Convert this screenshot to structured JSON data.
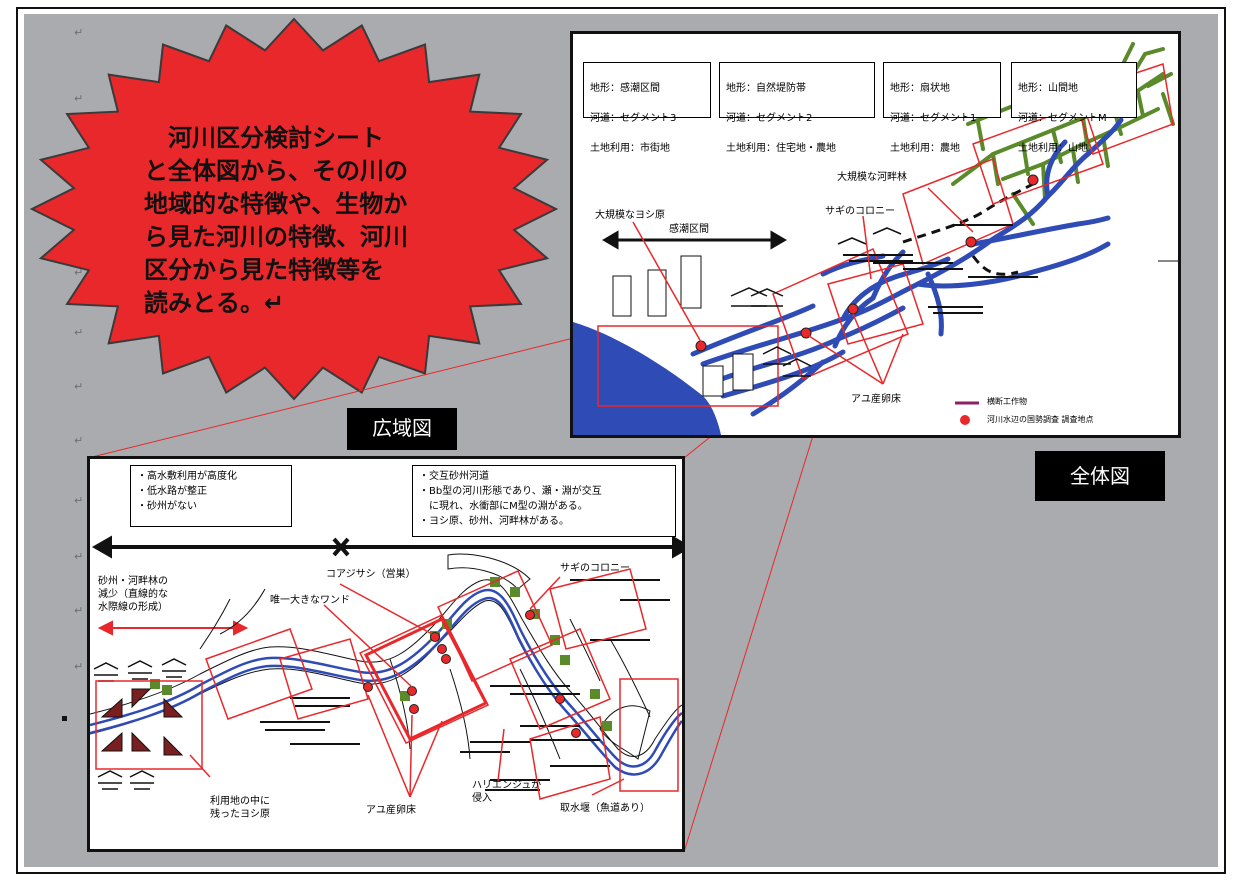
{
  "star_text": "　河川区分検討シート\nと全体図から、その川の\n地域的な特徴や、生物か\nら見た河川の特徴、河川\n区分から見た特徴等を\n読みとる。↵",
  "labels": {
    "wide_area": "広域図",
    "whole": "全体図",
    "return_mark": "↵"
  },
  "whole_map": {
    "segments": [
      {
        "terrain": "地形：感潮区間",
        "channel": "河道：セグメント3",
        "landuse": "土地利用：市街地"
      },
      {
        "terrain": "地形：自然堤防帯",
        "channel": "河道：セグメント2",
        "landuse": "土地利用：住宅地・農地"
      },
      {
        "terrain": "地形：扇状地",
        "channel": "河道：セグメント1",
        "landuse": "土地利用：農地"
      },
      {
        "terrain": "地形：山間地",
        "channel": "河道：セグメントM",
        "landuse": "土地利用：山地"
      }
    ],
    "annotations": {
      "reed": "大規模なヨシ原",
      "tidal": "感潮区間",
      "egret": "サギのコロニー",
      "riparian": "大規模な河畔林",
      "ayu": "アユ産卵床"
    },
    "legend": {
      "structure": "横断工作物",
      "survey": "河川水辺の国勢調査 調査地点"
    }
  },
  "wide_map": {
    "box_left": "・高水敷利用が高度化\n・低水路が整正\n・砂州がない",
    "box_right": "・交互砂州河道\n・Bb型の河川形態であり、瀬・淵が交互\n　に現れ、水衝部にM型の淵がある。\n・ヨシ原、砂州、河畔林がある。",
    "annotations": {
      "sandbar": "砂州・河畔林の\n減少（直線的な\n水際線の形成）",
      "tern": "コアジサシ（営巣）",
      "wando": "唯一大きなワンド",
      "egret": "サギのコロニー",
      "reed": "利用地の中に\n残ったヨシ原",
      "ayu": "アユ産卵床",
      "locust": "ハリエンジュが\n侵入",
      "weir": "取水堰（魚道あり）"
    }
  },
  "colors": {
    "slide": "#a9abae",
    "star": "#e8282b",
    "river": "#2f4bb5",
    "annotation": "#e8282b",
    "forest": "#5a8a2a"
  }
}
